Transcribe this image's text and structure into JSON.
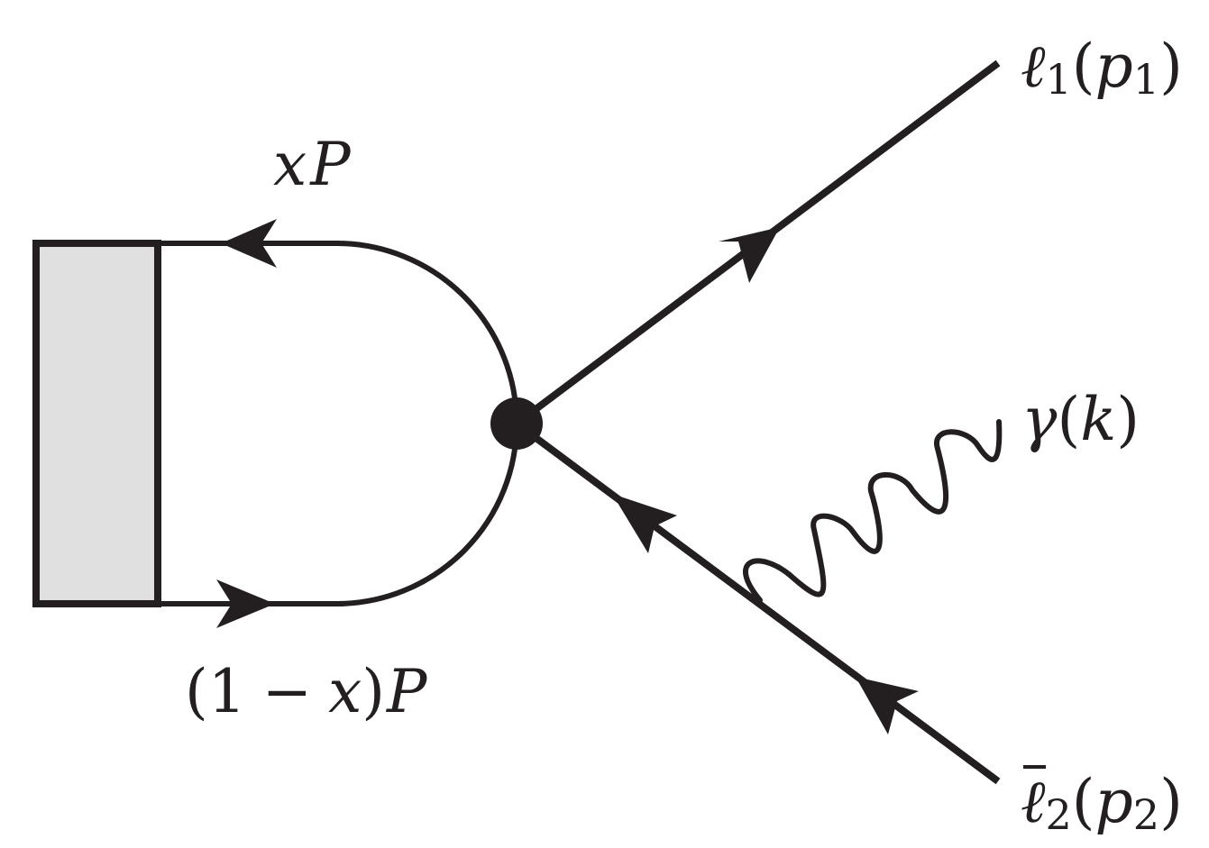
{
  "diagram": {
    "colors": {
      "line": "#231f20",
      "blob_fill": "#e0e0e0",
      "background": "#ffffff"
    },
    "labels": {
      "top_quark": {
        "x": "x",
        "P": "P"
      },
      "bottom_quark": {
        "open": "(1",
        "minus": "−",
        "x": "x",
        "close": ")",
        "P": "P"
      },
      "lepton1": {
        "symbol": "ℓ",
        "index": "1",
        "open": "(",
        "mom": "p",
        "mom_index": "1",
        "close": ")"
      },
      "photon": {
        "symbol": "γ",
        "open": "(",
        "mom": "k",
        "close": ")"
      },
      "lepton2": {
        "symbol": "ℓ",
        "index": "2",
        "open": "(",
        "mom": "p",
        "mom_index": "2",
        "close": ")"
      }
    }
  }
}
